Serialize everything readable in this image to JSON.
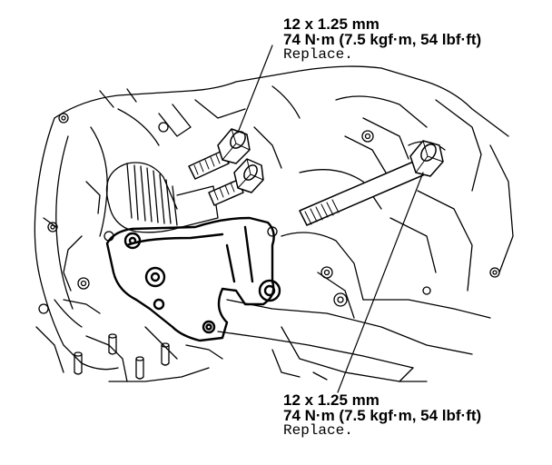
{
  "callouts": [
    {
      "size": "12 x 1.25 mm",
      "torque": "74 N·m (7.5 kgf·m, 54 lbf·ft)",
      "note": "Replace."
    },
    {
      "size": "12 x 1.25 mm",
      "torque": "74 N·m (7.5 kgf·m, 54 lbf·ft)",
      "note": "Replace."
    }
  ],
  "colors": {
    "ink": "#000000",
    "paper": "#ffffff"
  }
}
